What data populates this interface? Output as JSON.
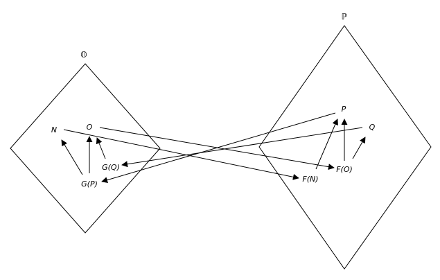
{
  "categories": {
    "left": "𝕆",
    "right": "ℙ"
  },
  "objects": {
    "N": "N",
    "O": "O",
    "GQ": "G(Q)",
    "GP": "G(P)",
    "P": "P",
    "Q": "Q",
    "FO": "F(O)",
    "FN": "F(N)"
  },
  "colors": {
    "stroke": "#000000",
    "background": "#ffffff"
  }
}
